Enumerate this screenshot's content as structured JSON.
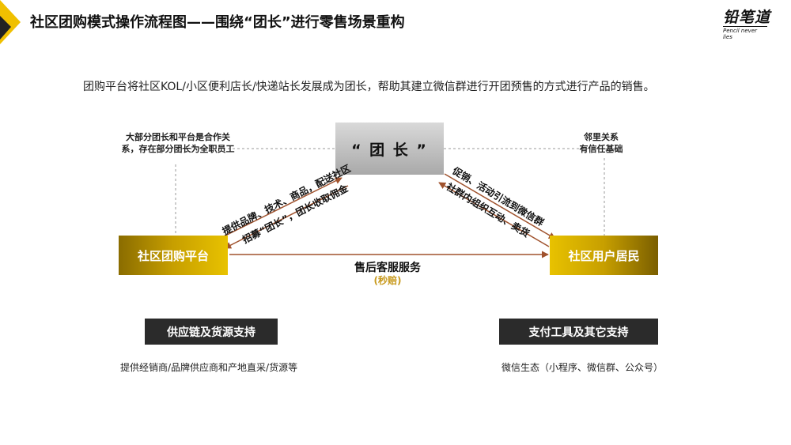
{
  "header": {
    "title": "社区团购模式操作流程图——围绕“团长”进行零售场景重构",
    "logo_text": "铅笔道",
    "logo_subtext": "Pencil never lies"
  },
  "intro": "团购平台将社区KOL/小区便利店长/快递站长发展成为团长，帮助其建立微信群进行开团预售的方式进行产品的销售。",
  "nodes": {
    "tuanzhang": "“ 团 长 ”",
    "platform": "社区团购平台",
    "resident": "社区用户居民"
  },
  "notes": {
    "left": "大部分团长和平台是合作关系，存在部分团长为全职员工",
    "right_line1": "邻里关系",
    "right_line2": "有信任基础"
  },
  "edges": {
    "platform_to_leader_1": "提供品牌、技术、商品，配送社区",
    "platform_to_leader_2": "招募“团长”，团长收取佣金",
    "leader_to_resident_1": "促销、活动引流到微信群",
    "leader_to_resident_2": "社群内组织互动、卖货",
    "service_main": "售后客服服务",
    "service_sub": "(秒赔)"
  },
  "bottom": {
    "supply_label": "供应链及货源支持",
    "supply_desc": "提供经销商/品牌供应商和产地直采/货源等",
    "payment_label": "支付工具及其它支持",
    "payment_desc": "微信生态（小程序、微信群、公众号）"
  },
  "colors": {
    "gold": "#c79f00",
    "arrow": "#a0522d",
    "dark": "#2b2b2b",
    "accent_text": "#c89a1e"
  }
}
